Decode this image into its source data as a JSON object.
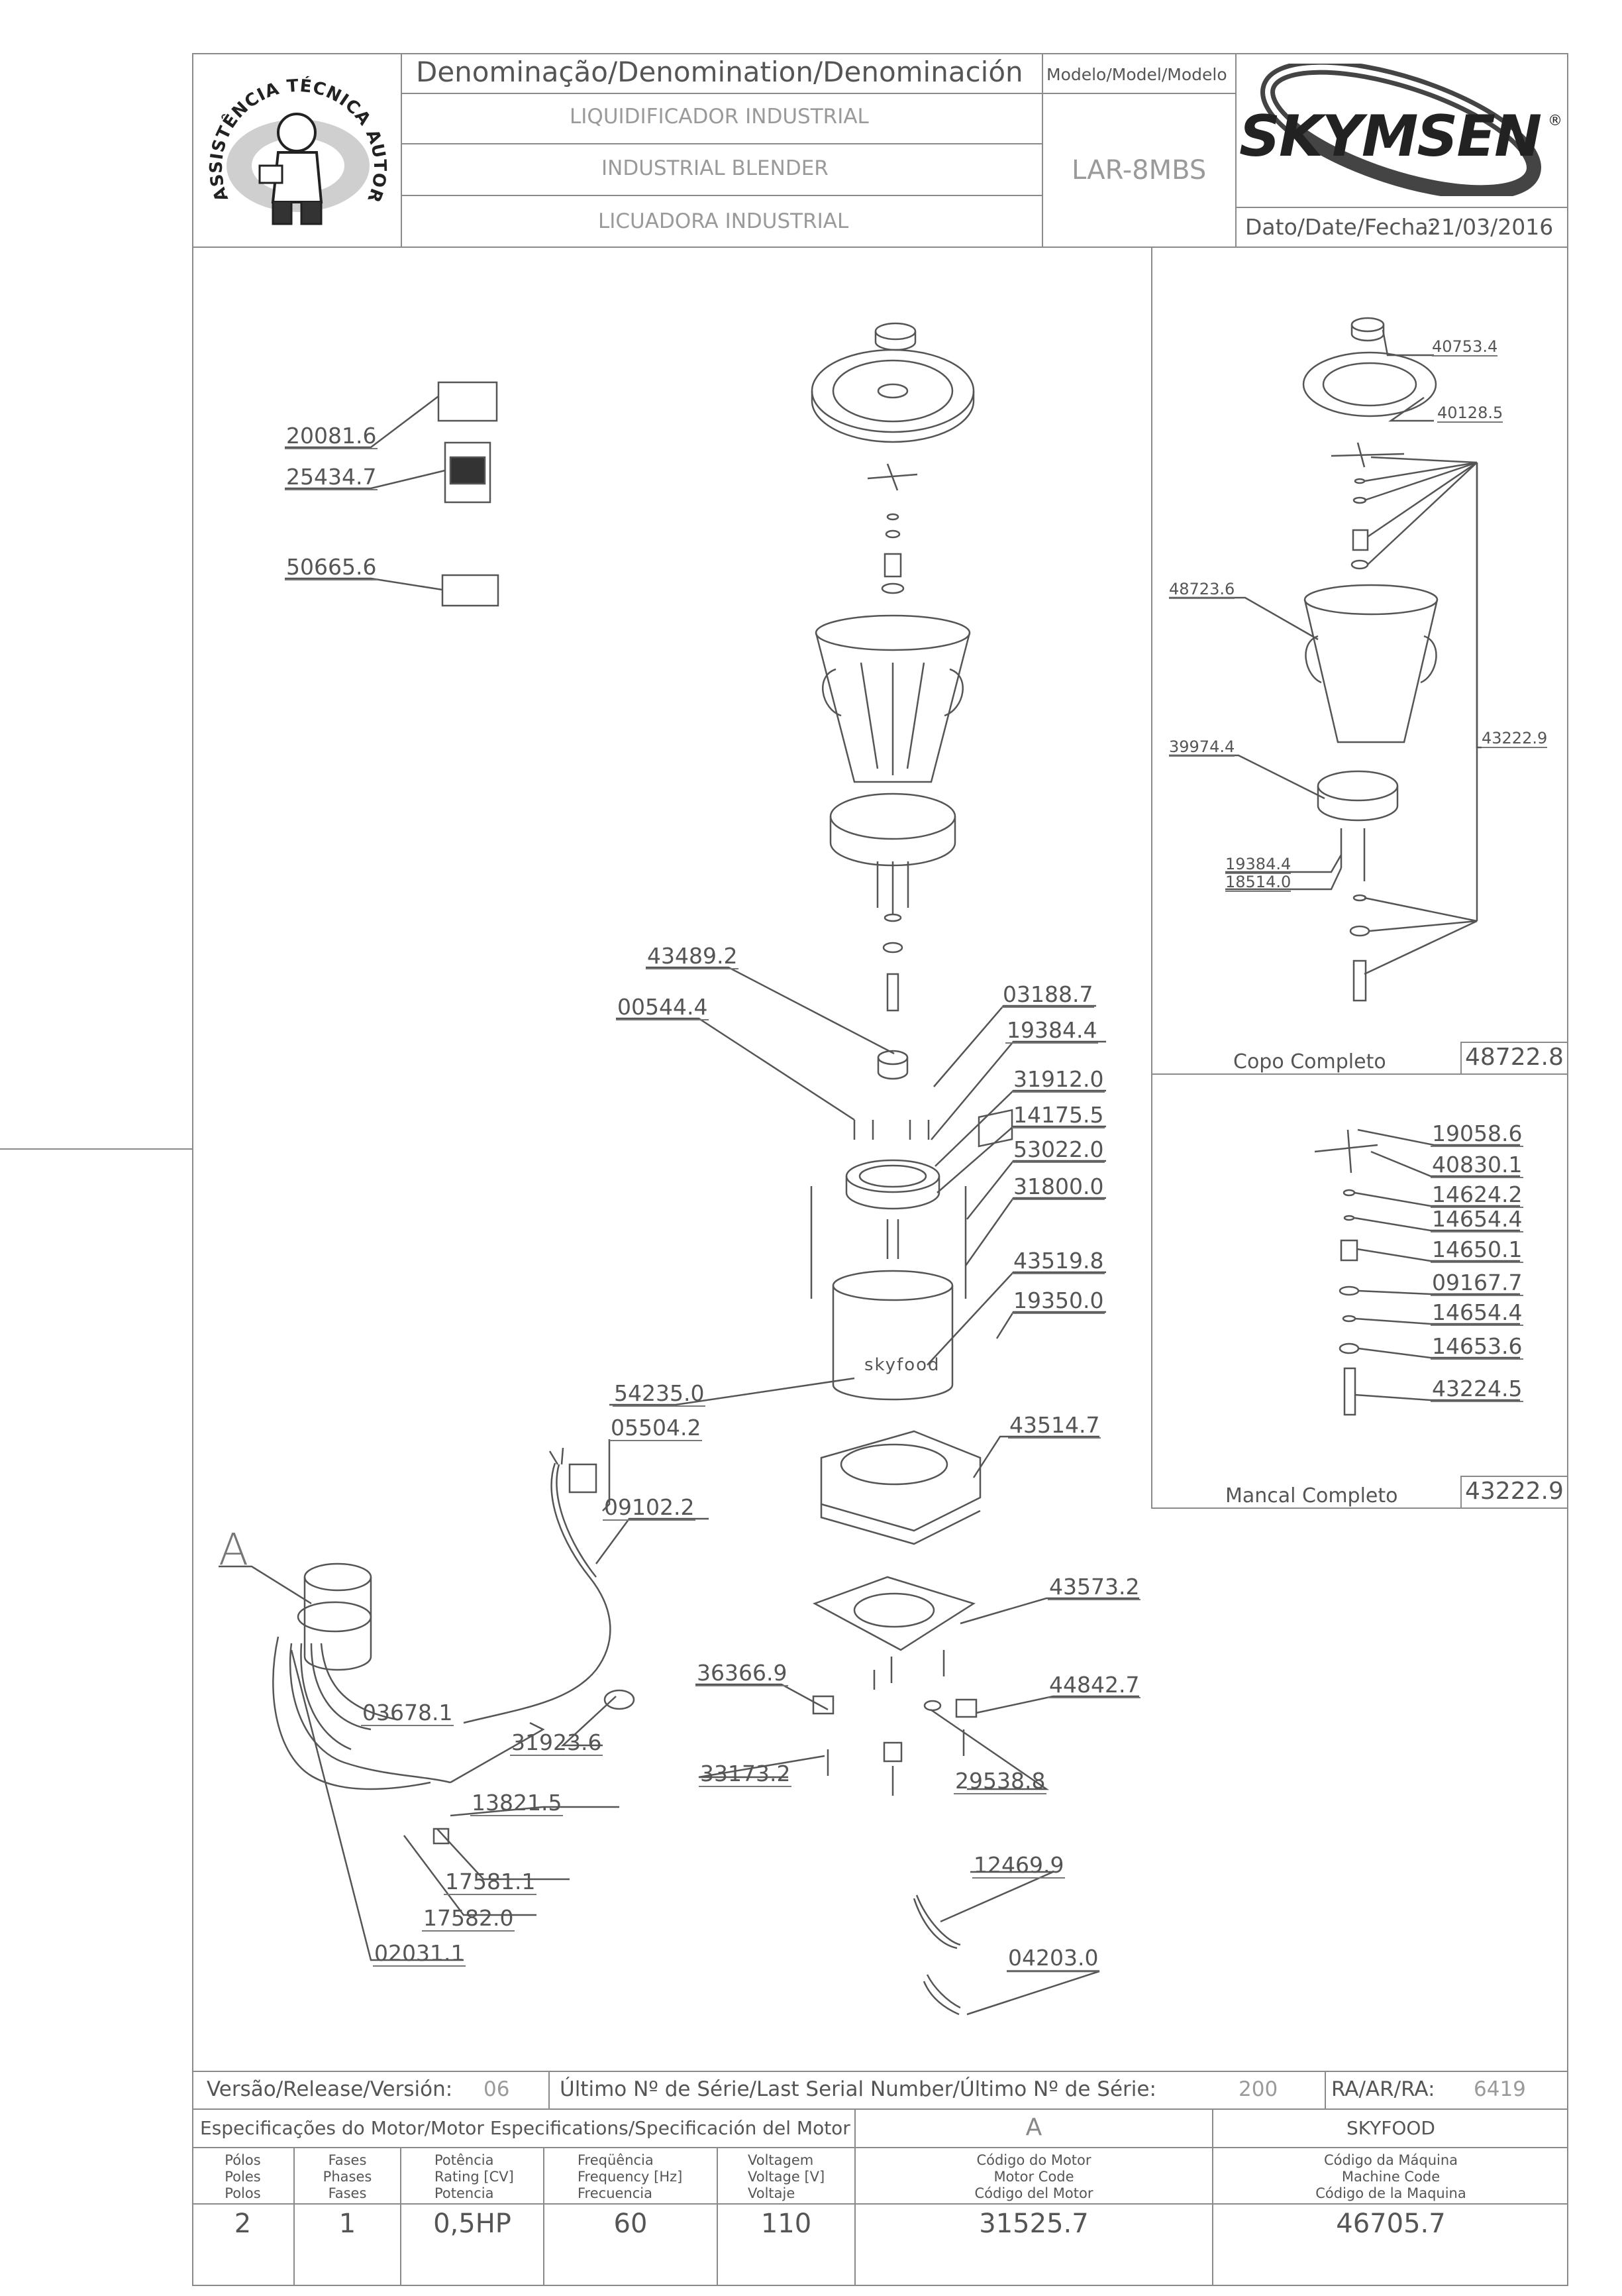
{
  "header": {
    "denomination_label": "Denominação/Denomination/Denominación",
    "name_pt": "LIQUIDIFICADOR  INDUSTRIAL",
    "name_en": "INDUSTRIAL  BLENDER",
    "name_es": "LICUADORA  INDUSTRIAL",
    "model_label": "Modelo/Model/Modelo",
    "model_value": "LAR-8MBS",
    "brand": "SKYMSEN",
    "registered_mark": "®",
    "date_label": "Dato/Date/Fecha:",
    "date_value": "21/03/2016",
    "badge_text": "ASSISTÊNCIA TÉCNICA AUTORIZADA"
  },
  "main_parts": [
    "20081.6",
    "25434.7",
    "50665.6",
    "43489.2",
    "00544.4",
    "03188.7",
    "19384.4",
    "31912.0",
    "14175.5",
    "53022.0",
    "31800.0",
    "43519.8",
    "19350.0",
    "54235.0",
    "05504.2",
    "09102.2",
    "43514.7",
    "43573.2",
    "36366.9",
    "44842.7",
    "03678.1",
    "31923.6",
    "33173.2",
    "29538.8",
    "13821.5",
    "17581.1",
    "17582.0",
    "02031.1",
    "12469.9",
    "04203.0"
  ],
  "detail_callout": "A",
  "copo": {
    "parts": [
      "40753.4",
      "40128.5",
      "48723.6",
      "43222.9",
      "39974.4",
      "19384.4",
      "18514.0"
    ],
    "title": "Copo  Completo",
    "code": "48722.8"
  },
  "mancal": {
    "parts": [
      "19058.6",
      "40830.1",
      "14624.2",
      "14654.4",
      "14650.1",
      "09167.7",
      "14654.4",
      "14653.6",
      "43224.5"
    ],
    "title": "Mancal  Completo",
    "code": "43222.9"
  },
  "bottom": {
    "version_label": "Versão/Release/Versión:",
    "version_value": "06",
    "serial_label": "Último  Nº  de  Série/Last  Serial  Number/Último  Nº  de  Série:",
    "serial_value": "200",
    "ra_label": "RA/AR/RA:",
    "ra_value": "6419",
    "motor_spec_label": "Especificações do Motor/Motor Especifications/Specificación del Motor",
    "motor_ref": "A",
    "machine_brand": "SKYFOOD",
    "columns": [
      [
        "Pólos",
        "Poles",
        "Polos"
      ],
      [
        "Fases",
        "Phases",
        "Fases"
      ],
      [
        "Potência",
        "Rating [CV]",
        "Potencia"
      ],
      [
        "Freqüência",
        "Frequency [Hz]",
        "Frecuencia"
      ],
      [
        "Voltagem",
        "Voltage [V]",
        "Voltaje"
      ],
      [
        "Código do Motor",
        "Motor Code",
        "Código del Motor"
      ],
      [
        "Código da Máquina",
        "Machine Code",
        "Código de la Maquina"
      ]
    ],
    "values": [
      "2",
      "1",
      "0,5HP",
      "60",
      "110",
      "31525.7",
      "46705.7"
    ]
  },
  "body_text": "skyfood"
}
